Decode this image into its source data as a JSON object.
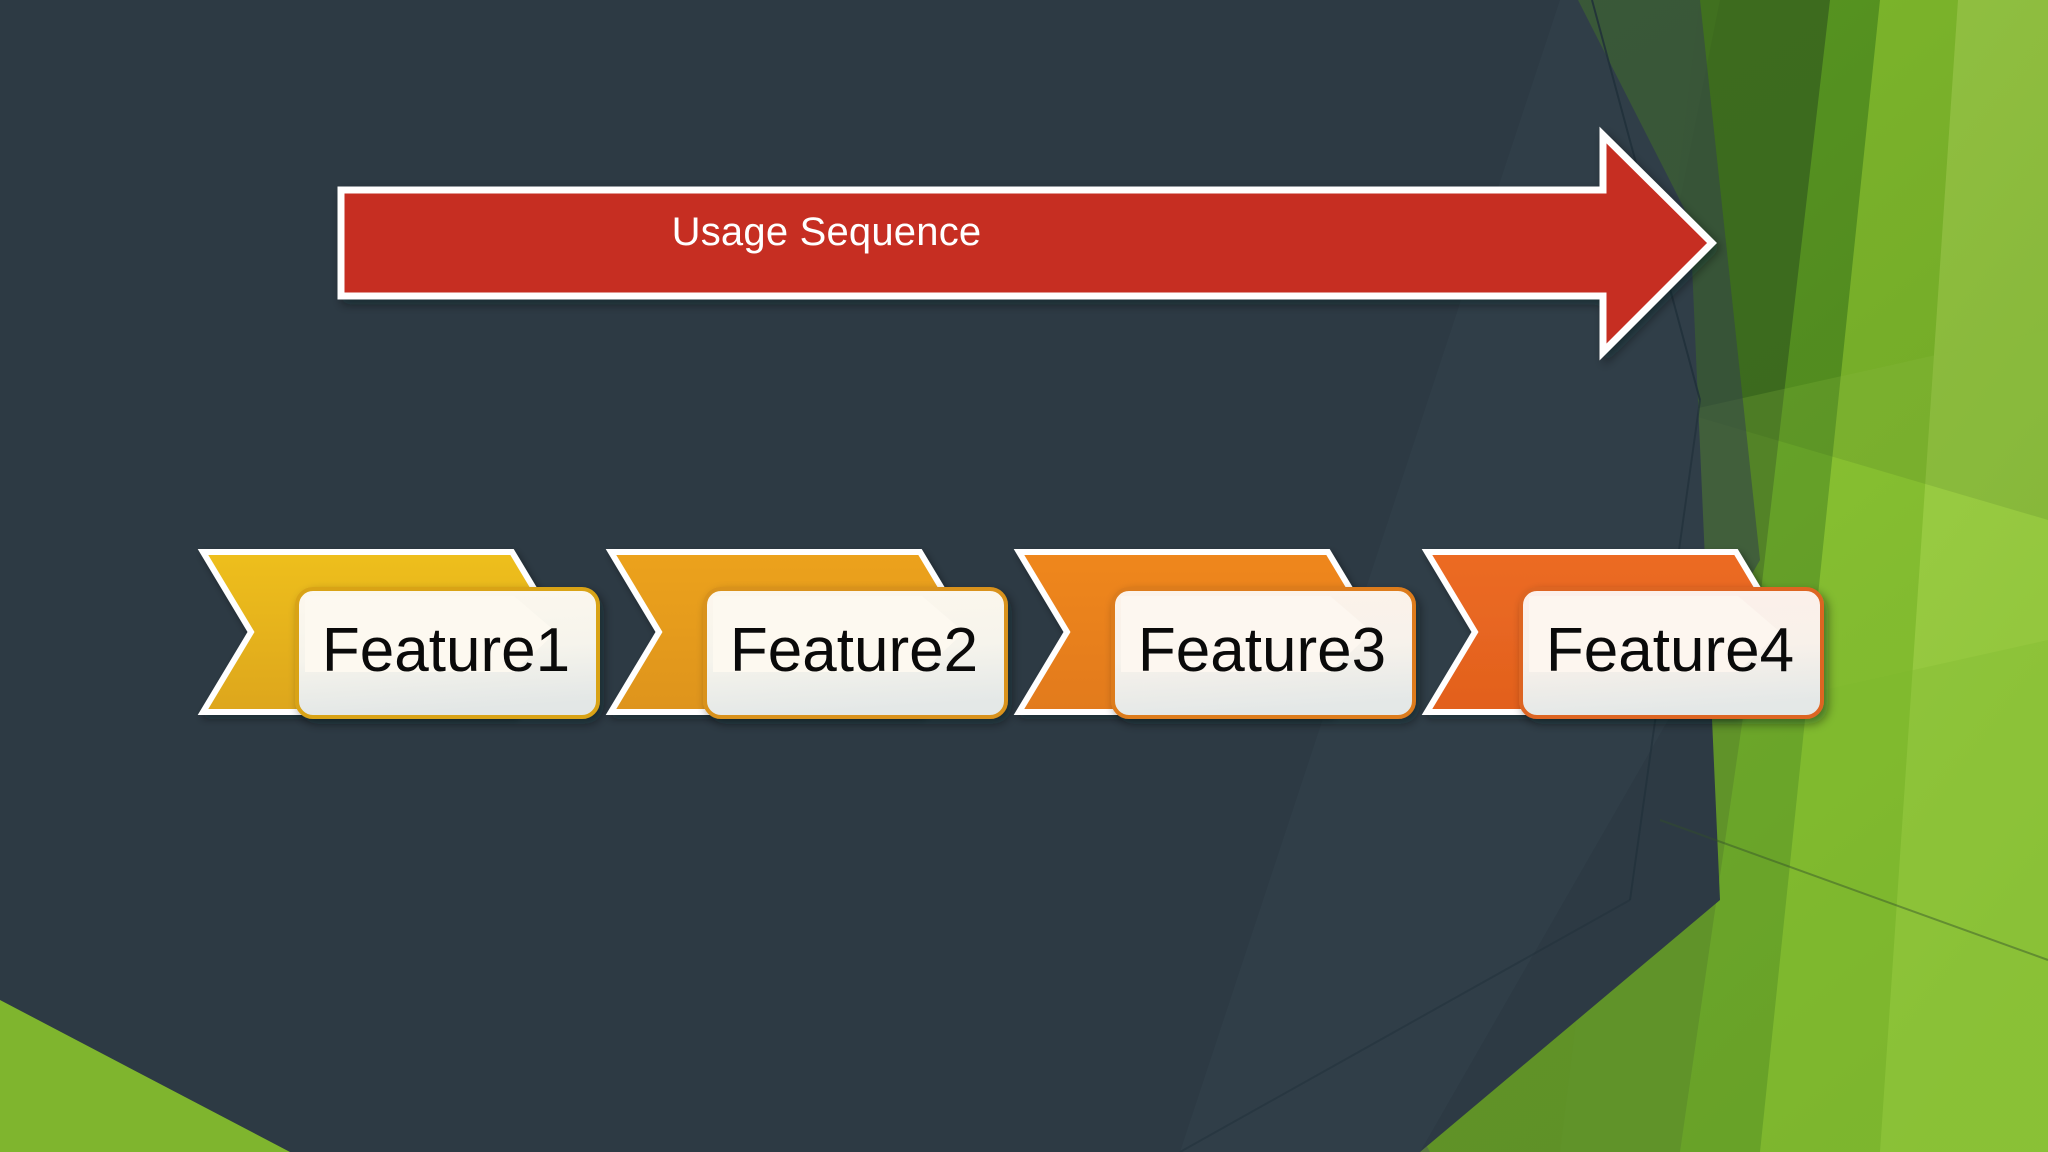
{
  "slide": {
    "background_color": "#2d3a44",
    "accent_colors": {
      "arrow_red": "#c62d20",
      "arrow_outline": "#ffffff",
      "green_dark": "#3c6a1e",
      "green_mid": "#5a9620",
      "green_light": "#85c22e",
      "green_pale": "#9ccb45"
    }
  },
  "arrow": {
    "name": "usage-sequence-arrow",
    "label": "Usage Sequence",
    "fill": "#c62d20",
    "stroke": "#ffffff",
    "direction": "right"
  },
  "process": {
    "name": "feature-chevron-sequence",
    "count": 4,
    "steps": [
      {
        "label": "Feature1",
        "chevron_top": "#eebf1f",
        "chevron_bottom": "#dfa81c",
        "card_top": "#fdf8ee",
        "card_bottom": "#e4e7e6",
        "card_border": "#d9a318"
      },
      {
        "label": "Feature2",
        "chevron_top": "#eca21d",
        "chevron_bottom": "#df961b",
        "card_top": "#fdf7ed",
        "card_bottom": "#e5e8e7",
        "card_border": "#d9921a"
      },
      {
        "label": "Feature3",
        "chevron_top": "#ef871e",
        "chevron_bottom": "#e37d1c",
        "card_top": "#fdf3ea",
        "card_bottom": "#e4e8e7",
        "card_border": "#dd7c1c"
      },
      {
        "label": "Feature4",
        "chevron_top": "#ec6b22",
        "chevron_bottom": "#e3621f",
        "card_top": "#fdf0ea",
        "card_bottom": "#e4e8e7",
        "card_border": "#dd6522"
      }
    ]
  },
  "decor": {
    "green_shapes_right": "angled-green-polygons",
    "green_shape_bottom_left": "green-corner-triangle"
  }
}
